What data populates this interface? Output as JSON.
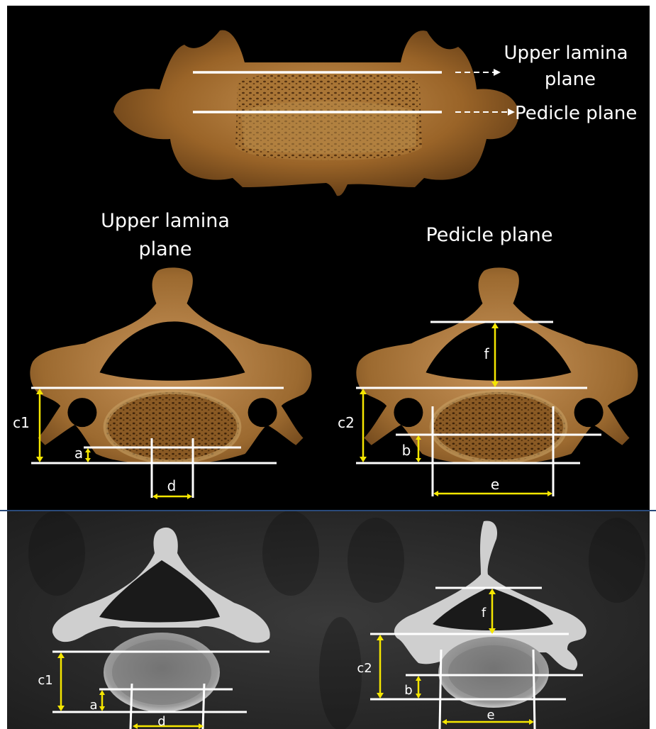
{
  "top_panel": {
    "arrow_labels": {
      "upper": "Upper lamina plane",
      "upper_line1": "Upper lamina",
      "upper_line2": "plane",
      "pedicle": "Pedicle plane"
    }
  },
  "middle_panel": {
    "left_title_line1": "Upper lamina",
    "left_title_line2": "plane",
    "right_title": "Pedicle plane",
    "left_labels": {
      "c": "c1",
      "a": "a",
      "d": "d"
    },
    "right_labels": {
      "c": "c2",
      "b": "b",
      "e": "e",
      "f": "f"
    }
  },
  "bottom_panel": {
    "left_labels": {
      "c": "c1",
      "a": "a",
      "d": "d"
    },
    "right_labels": {
      "c": "c2",
      "b": "b",
      "e": "e",
      "f": "f"
    }
  },
  "colors": {
    "measure_line": "#ffffff",
    "dimension_arrow": "#f5e600",
    "background": "#000000",
    "bone": "#a06a2c"
  }
}
